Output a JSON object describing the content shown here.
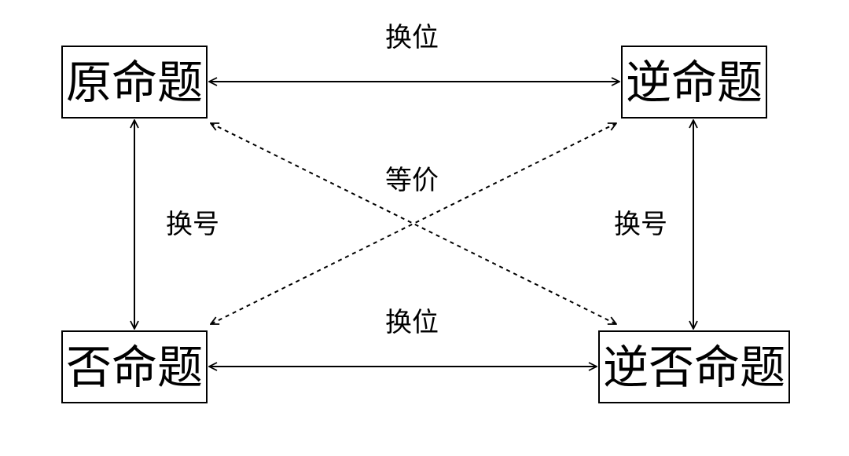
{
  "nodes": {
    "original": "原命题",
    "converse": "逆命题",
    "inverse": "否命题",
    "contrapositive": "逆否命题"
  },
  "edges": {
    "top": {
      "from": "original",
      "to": "converse",
      "label": "换位",
      "style": "solid",
      "direction": "both"
    },
    "bottom": {
      "from": "inverse",
      "to": "contrapositive",
      "label": "换位",
      "style": "solid",
      "direction": "both"
    },
    "left": {
      "from": "original",
      "to": "inverse",
      "label": "换号",
      "style": "solid",
      "direction": "both"
    },
    "right": {
      "from": "converse",
      "to": "contrapositive",
      "label": "换号",
      "style": "solid",
      "direction": "both"
    },
    "diagonals": {
      "label": "等价",
      "style": "dashed",
      "direction": "both",
      "pairs": [
        [
          "original",
          "contrapositive"
        ],
        [
          "converse",
          "inverse"
        ]
      ]
    }
  },
  "colors": {
    "stroke": "#000000",
    "background": "#ffffff"
  }
}
